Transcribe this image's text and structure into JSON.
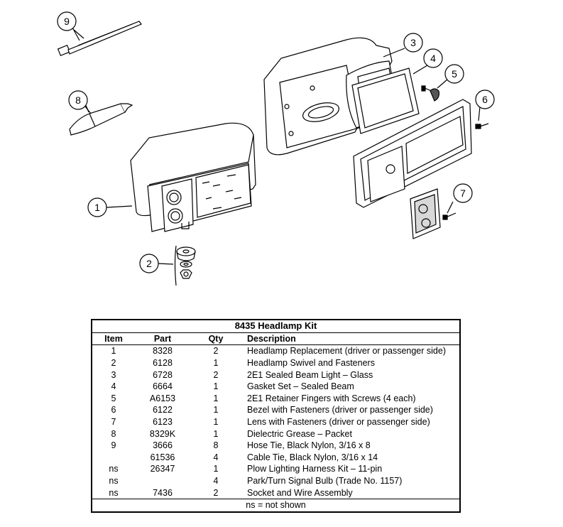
{
  "callouts": [
    "1",
    "2",
    "3",
    "4",
    "5",
    "6",
    "7",
    "8",
    "9"
  ],
  "table": {
    "title": "8435  Headlamp Kit",
    "headers": [
      "Item",
      "Part",
      "Qty",
      "Description"
    ],
    "rows": [
      {
        "item": "1",
        "part": "8328",
        "qty": "2",
        "desc": "Headlamp Replacement (driver or passenger side)"
      },
      {
        "item": "2",
        "part": "6128",
        "qty": "1",
        "desc": "Headlamp Swivel and Fasteners"
      },
      {
        "item": "3",
        "part": "6728",
        "qty": "2",
        "desc": "2E1 Sealed Beam Light – Glass"
      },
      {
        "item": "4",
        "part": "6664",
        "qty": "1",
        "desc": "Gasket Set – Sealed Beam"
      },
      {
        "item": "5",
        "part": "A6153",
        "qty": "1",
        "desc": "2E1 Retainer Fingers with Screws (4 each)"
      },
      {
        "item": "6",
        "part": "6122",
        "qty": "1",
        "desc": "Bezel with Fasteners (driver or passenger side)"
      },
      {
        "item": "7",
        "part": "6123",
        "qty": "1",
        "desc": "Lens with Fasteners (driver or passenger side)"
      },
      {
        "item": "8",
        "part": "8329K",
        "qty": "1",
        "desc": "Dielectric Grease – Packet"
      },
      {
        "item": "9",
        "part": "3666",
        "qty": "8",
        "desc": "Hose Tie, Black Nylon, 3/16 x 8"
      },
      {
        "item": "",
        "part": "61536",
        "qty": "4",
        "desc": "Cable Tie, Black Nylon, 3/16 x 14"
      },
      {
        "item": "ns",
        "part": "26347",
        "qty": "1",
        "desc": "Plow Lighting Harness Kit – 11-pin"
      },
      {
        "item": "ns",
        "part": "",
        "qty": "4",
        "desc": "Park/Turn Signal Bulb (Trade No. 1157)"
      },
      {
        "item": "ns",
        "part": "7436",
        "qty": "2",
        "desc": "Socket and Wire Assembly"
      }
    ],
    "footnote": "ns = not shown"
  }
}
